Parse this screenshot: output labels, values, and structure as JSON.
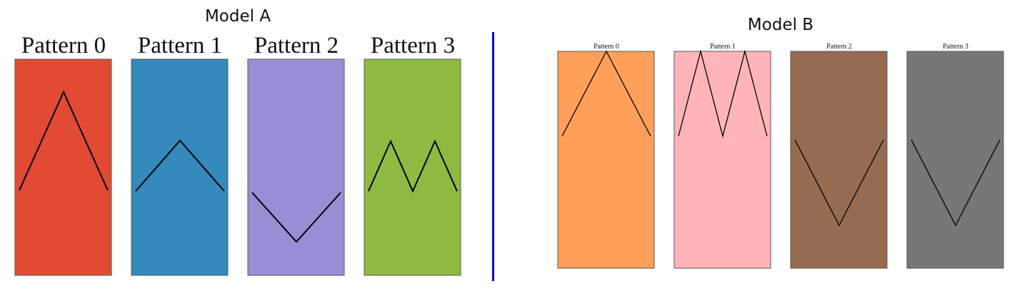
{
  "models": [
    {
      "title": "Model A",
      "panels": [
        {
          "label": "Pattern 0",
          "color": "#e24a33",
          "pattern": "peak"
        },
        {
          "label": "Pattern 1",
          "color": "#348abd",
          "pattern": "low-peak"
        },
        {
          "label": "Pattern 2",
          "color": "#988ed5",
          "pattern": "valley"
        },
        {
          "label": "Pattern 3",
          "color": "#8eba42",
          "pattern": "double-peak"
        }
      ]
    },
    {
      "title": "Model B",
      "panels": [
        {
          "label": "Pattern 0",
          "color": "#ffa05a",
          "pattern": "peak"
        },
        {
          "label": "Pattern 1",
          "color": "#ffb5b8",
          "pattern": "double-peak"
        },
        {
          "label": "Pattern 2",
          "color": "#956b52",
          "pattern": "valley"
        },
        {
          "label": "Pattern 3",
          "color": "#777777",
          "pattern": "valley"
        }
      ]
    }
  ],
  "divider_color": "#0000dd"
}
